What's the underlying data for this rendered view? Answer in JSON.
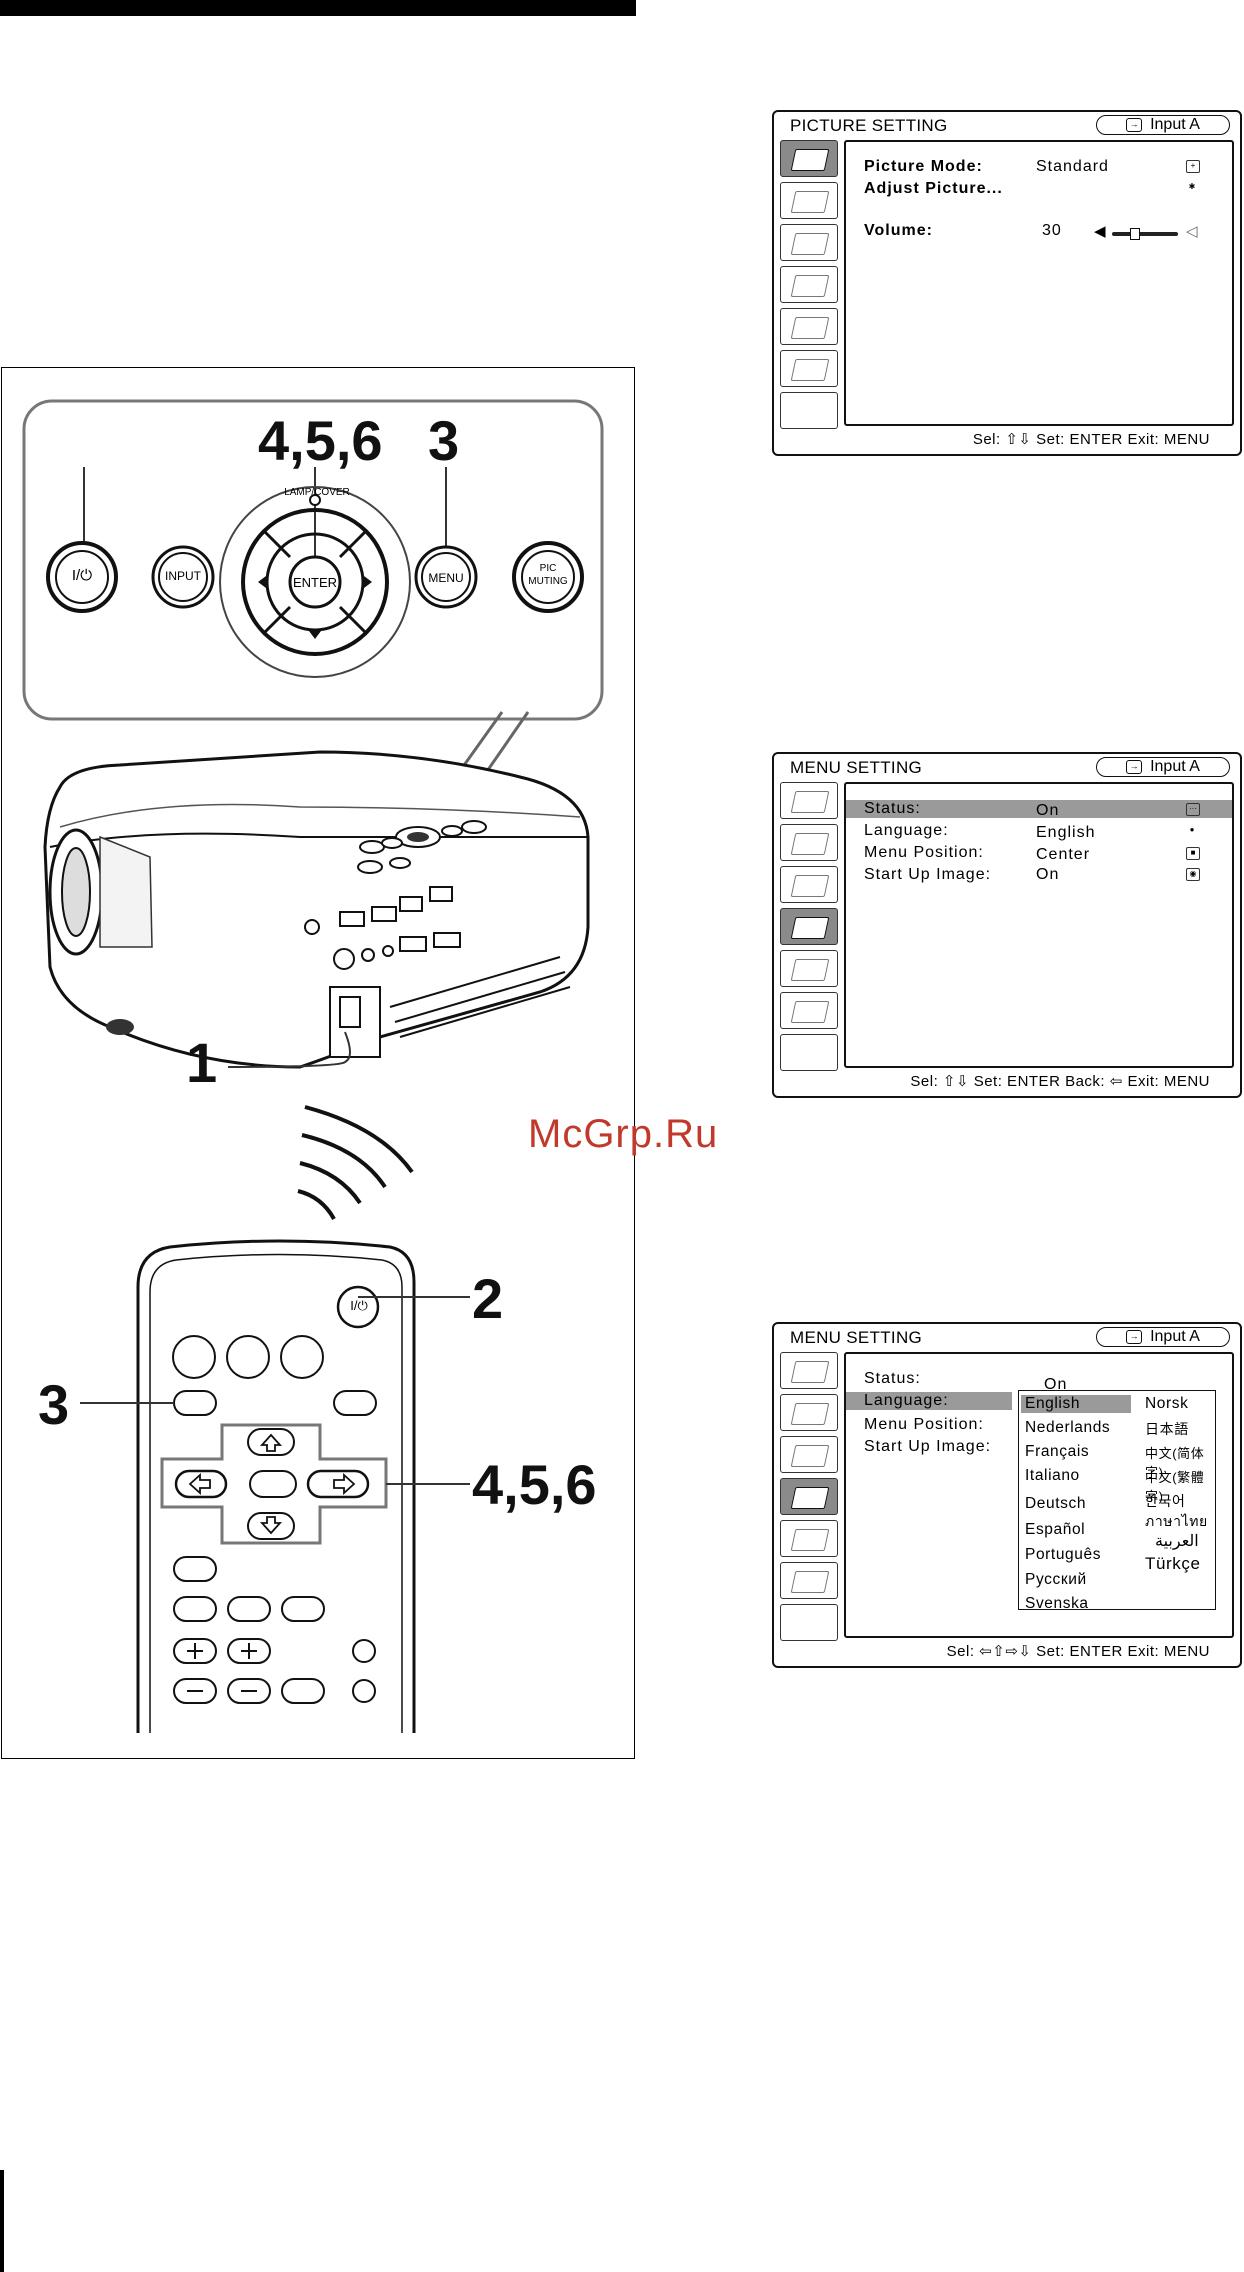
{
  "watermark": "McGrp.Ru",
  "callouts": {
    "panel_step_a": "4,5,6",
    "panel_step_b": "3",
    "projector_step": "1",
    "remote_step_power": "2",
    "remote_step_menu": "3",
    "remote_step_nav": "4,5,6"
  },
  "panel_buttons": {
    "power": "I/⏻",
    "input": "INPUT",
    "enter": "ENTER",
    "menu": "MENU",
    "pic_muting_1": "PIC",
    "pic_muting_2": "MUTING",
    "lamp_cover": "LAMP/COVER"
  },
  "remote": {
    "power": "I/⏻"
  },
  "screen1": {
    "title": "PICTURE SETTING",
    "input": "Input A",
    "rows": [
      {
        "label": "Picture Mode:",
        "value": "Standard"
      },
      {
        "label": "Adjust Picture...",
        "value": ""
      },
      {
        "label": "Volume:",
        "value": "30"
      }
    ],
    "footer": "Sel: ⇧⇩   Set: ENTER   Exit: MENU"
  },
  "screen2": {
    "title": "MENU SETTING",
    "input": "Input A",
    "rows": [
      {
        "label": "Status:",
        "value": "On"
      },
      {
        "label": "Language:",
        "value": "English"
      },
      {
        "label": "Menu Position:",
        "value": "Center"
      },
      {
        "label": "Start Up Image:",
        "value": "On"
      }
    ],
    "footer": "Sel: ⇧⇩   Set: ENTER   Back: ⇦   Exit: MENU"
  },
  "screen3": {
    "title": "MENU SETTING",
    "input": "Input A",
    "rows": [
      {
        "label": "Status:",
        "value": "On"
      },
      {
        "label": "Language:",
        "value": ""
      },
      {
        "label": "Menu Position:",
        "value": ""
      },
      {
        "label": "Start Up Image:",
        "value": ""
      }
    ],
    "languages_left": [
      "English",
      "Nederlands",
      "Français",
      "Italiano",
      "Deutsch",
      "Español",
      "Português",
      "Русский",
      "Svenska"
    ],
    "languages_right": [
      "Norsk",
      "日本語",
      "中文(简体字)",
      "中文(繁體字)",
      "한국어",
      "ภาษาไทย",
      "العربية",
      "Türkçe"
    ],
    "footer": "Sel: ⇦⇧⇨⇩   Set: ENTER   Exit: MENU"
  }
}
